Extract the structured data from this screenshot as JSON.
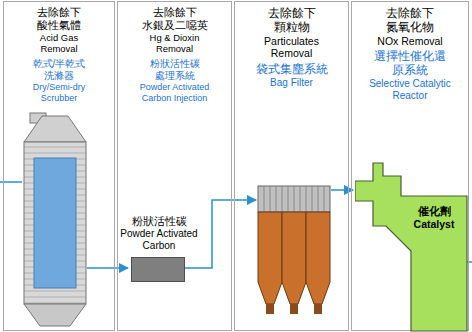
{
  "diagram": {
    "nodes": [
      {
        "text": [
          "去除餘下 酸性氣體",
          "Acid Gas Removal",
          "乾式/半乾式 洗滌器",
          "Dry/Semi-dry Scrubber"
        ]
      },
      {
        "text": [
          "去除餘下 水銀及二噁英",
          "Hg & Dioxin Removal",
          "粉狀活性碳 處理系統",
          "Powder Activated Carbon Injection"
        ]
      },
      {
        "text": [
          "粉狀活性碳",
          "Powder Activated Carbon"
        ],
        "in": 1
      },
      {
        "text": [
          "去除餘下 顆粒物",
          "Particulates Removal",
          "袋式集塵系統",
          "Bag Filter"
        ]
      },
      {
        "text": [
          "去除餘下 氮氧化物",
          "NOx Removal",
          "選擇性催化還 原系統",
          "Selective Catalytic Reactor"
        ]
      },
      {
        "text": [
          "催化劑",
          "Catalyst"
        ],
        "in": 4
      }
    ]
  }
}
